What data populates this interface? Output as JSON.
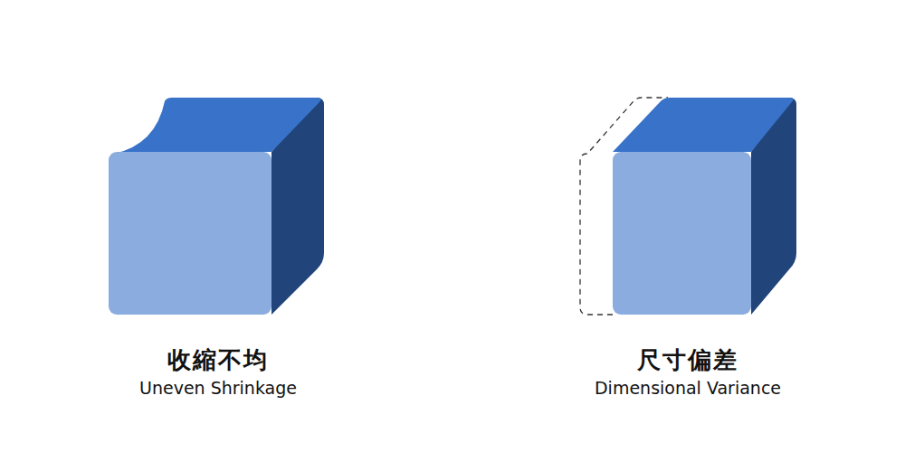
{
  "diagram": {
    "labels": [
      "收縮不均",
      "Uneven Shrinkage",
      "尺寸偏差",
      "Dimensional Variance"
    ]
  }
}
